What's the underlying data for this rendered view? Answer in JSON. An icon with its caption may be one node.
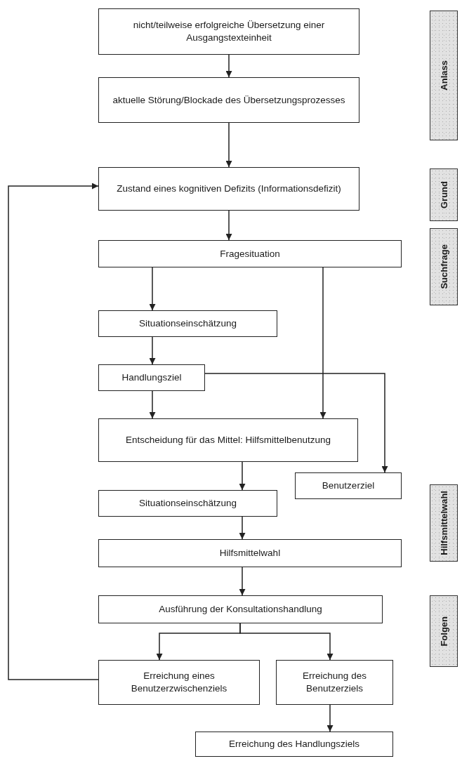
{
  "diagram": {
    "nodes": [
      {
        "text": [
          "nicht/teilweise erfolgreiche Übersetzung einer Ausgangstexteinheit"
        ]
      },
      {
        "text": [
          "aktuelle Störung/Blockade des Übersetzungsprozesses"
        ]
      },
      {
        "text": [
          "Zustand eines kognitiven Defizits (Informationsdefizit)"
        ]
      },
      {
        "text": [
          "Fragesituation"
        ]
      },
      {
        "text": [
          "Situationseinschätzung"
        ]
      },
      {
        "text": [
          "Handlungsziel"
        ]
      },
      {
        "text": [
          "Entscheidung für das Mittel: Hilfsmittelbenutzung"
        ]
      },
      {
        "text": [
          "Benutzerziel"
        ]
      },
      {
        "text": [
          "Situationseinschätzung"
        ]
      },
      {
        "text": [
          "Hilfsmittelwahl"
        ]
      },
      {
        "text": [
          "Ausführung der Konsultationshandlung"
        ]
      },
      {
        "text": [
          "Erreichung eines Benutzerzwischenziels"
        ]
      },
      {
        "text": [
          "Erreichung des Benutzerziels"
        ]
      },
      {
        "text": [
          "Erreichung des Handlungsziels"
        ]
      },
      {
        "text": [
          "Anlass"
        ]
      },
      {
        "text": [
          "Grund"
        ]
      },
      {
        "text": [
          "Suchfrage"
        ]
      },
      {
        "text": [
          "Hilfsmittelwahl"
        ]
      },
      {
        "text": [
          "Folgen"
        ]
      }
    ],
    "edges": [
      {
        "from": 0,
        "to": 1,
        "arrow": "to"
      },
      {
        "from": 1,
        "to": 2,
        "arrow": "to"
      },
      {
        "from": 2,
        "to": 3,
        "arrow": "to"
      },
      {
        "from": 3,
        "to": 4,
        "arrow": "to"
      },
      {
        "from": 3,
        "to": 6,
        "arrow": "to"
      },
      {
        "from": 4,
        "to": 5,
        "arrow": "to"
      },
      {
        "from": 5,
        "to": 6,
        "arrow": "to"
      },
      {
        "from": 5,
        "to": 7,
        "arrow": "to"
      },
      {
        "from": 6,
        "to": 8,
        "arrow": "to"
      },
      {
        "from": 8,
        "to": 9,
        "arrow": "to"
      },
      {
        "from": 9,
        "to": 10,
        "arrow": "to"
      },
      {
        "from": 10,
        "to": 11,
        "arrow": "to"
      },
      {
        "from": 10,
        "to": 12,
        "arrow": "to"
      },
      {
        "from": 12,
        "to": 13,
        "arrow": "to"
      },
      {
        "from": 11,
        "to": 2,
        "arrow": "to"
      }
    ]
  }
}
